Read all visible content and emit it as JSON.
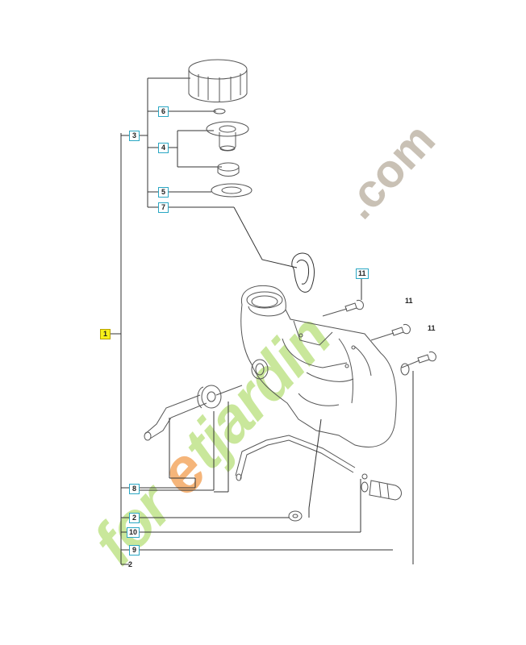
{
  "callouts": [
    {
      "id": "c1",
      "text": "1",
      "style": "yellow"
    },
    {
      "id": "c3",
      "text": "3",
      "style": "box"
    },
    {
      "id": "c6",
      "text": "6",
      "style": "box"
    },
    {
      "id": "c4",
      "text": "4",
      "style": "box"
    },
    {
      "id": "c5",
      "text": "5",
      "style": "box"
    },
    {
      "id": "c7",
      "text": "7",
      "style": "box"
    },
    {
      "id": "c11a",
      "text": "11",
      "style": "box"
    },
    {
      "id": "c11b",
      "text": "11",
      "style": "plain"
    },
    {
      "id": "c11c",
      "text": "11",
      "style": "plain"
    },
    {
      "id": "c8",
      "text": "8",
      "style": "box"
    },
    {
      "id": "c2a",
      "text": "2",
      "style": "box"
    },
    {
      "id": "c10",
      "text": "10",
      "style": "box"
    },
    {
      "id": "c9",
      "text": "9",
      "style": "box"
    },
    {
      "id": "c2b",
      "text": "2",
      "style": "plain"
    }
  ],
  "watermark": {
    "brand_text": "foretjardin",
    "domain_text": ".com",
    "brand_color": "#c9e79b",
    "accent_color": "#f5b57a",
    "domain_color": "#c9c1b5"
  },
  "colors": {
    "line": "#333333",
    "part_stroke": "#555555",
    "callout_border": "#2aa7c4",
    "callout_highlight": "#f6f01a"
  }
}
